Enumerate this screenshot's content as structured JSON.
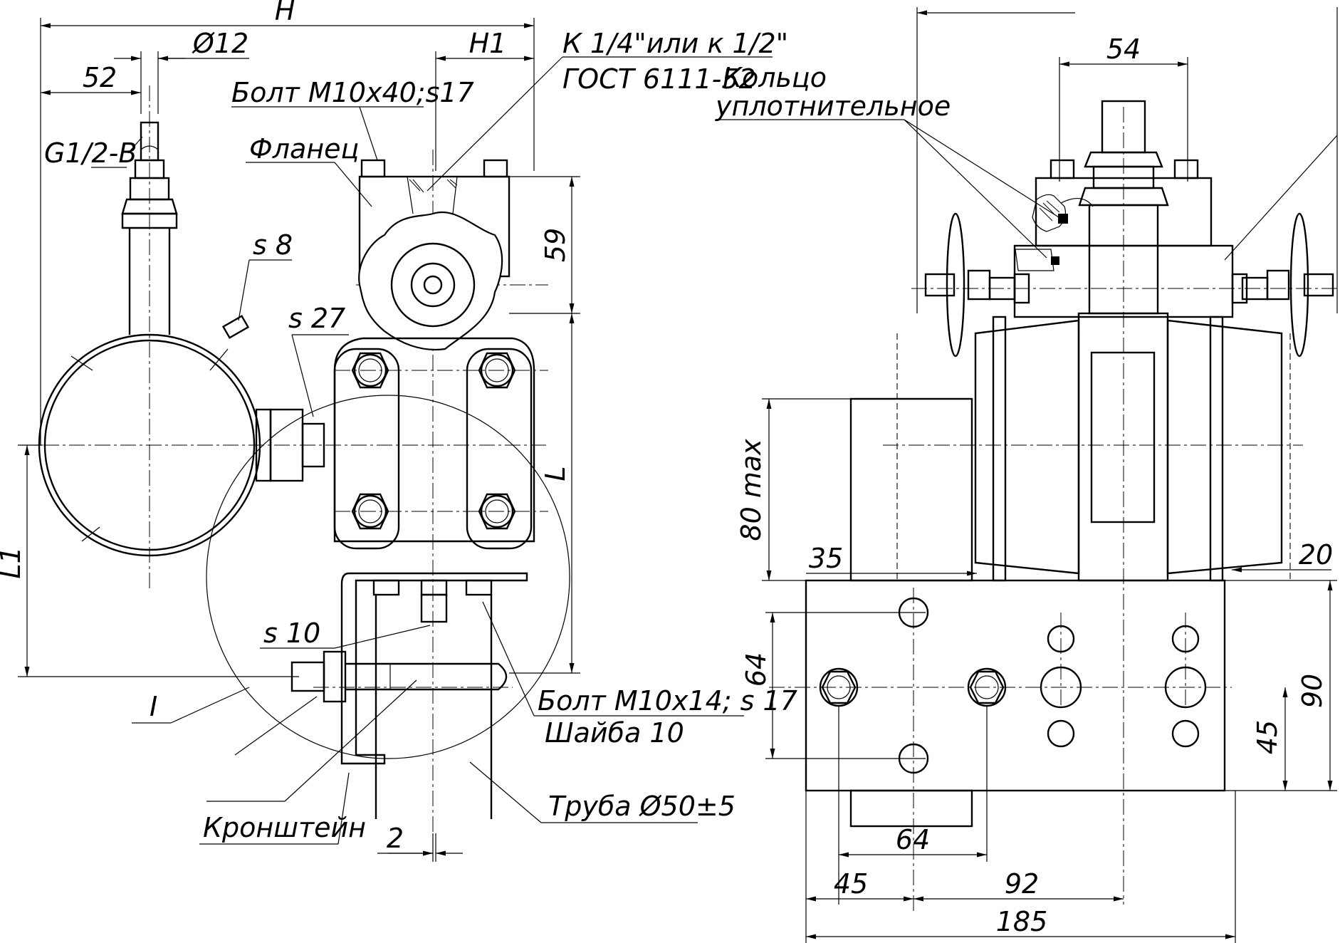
{
  "left_view": {
    "dimensions": {
      "H": "H",
      "H1": "H1",
      "d12": "Ø12",
      "d52": "52",
      "d59": "59",
      "L": "L",
      "L1": "L1",
      "d2": "2"
    },
    "labels": {
      "g12": "G1/2-B",
      "bolt_m10x40": "Болт М10х40;s17",
      "flange": "Фланец",
      "k14_line1": "К 1/4\"или к 1/2\"",
      "k14_line2": "ГОСТ 6111-52",
      "s8": "s 8",
      "s27": "s 27",
      "s10": "s 10",
      "section_I": "I",
      "bolt_m10x14": "Болт М10х14; s 17",
      "washer": "Шайба 10",
      "bracket": "Кронштейн",
      "pipe": "Труба Ø50±5"
    }
  },
  "right_view": {
    "dimensions": {
      "d54": "54",
      "d80max": "80 max",
      "d35": "35",
      "d20": "20",
      "d64v": "64",
      "d90": "90",
      "d45v": "45",
      "d64h": "64",
      "d45h": "45",
      "d92": "92",
      "d185": "185"
    },
    "labels": {
      "ring_line1": "Кольцо",
      "ring_line2": "уплотнительное"
    }
  }
}
